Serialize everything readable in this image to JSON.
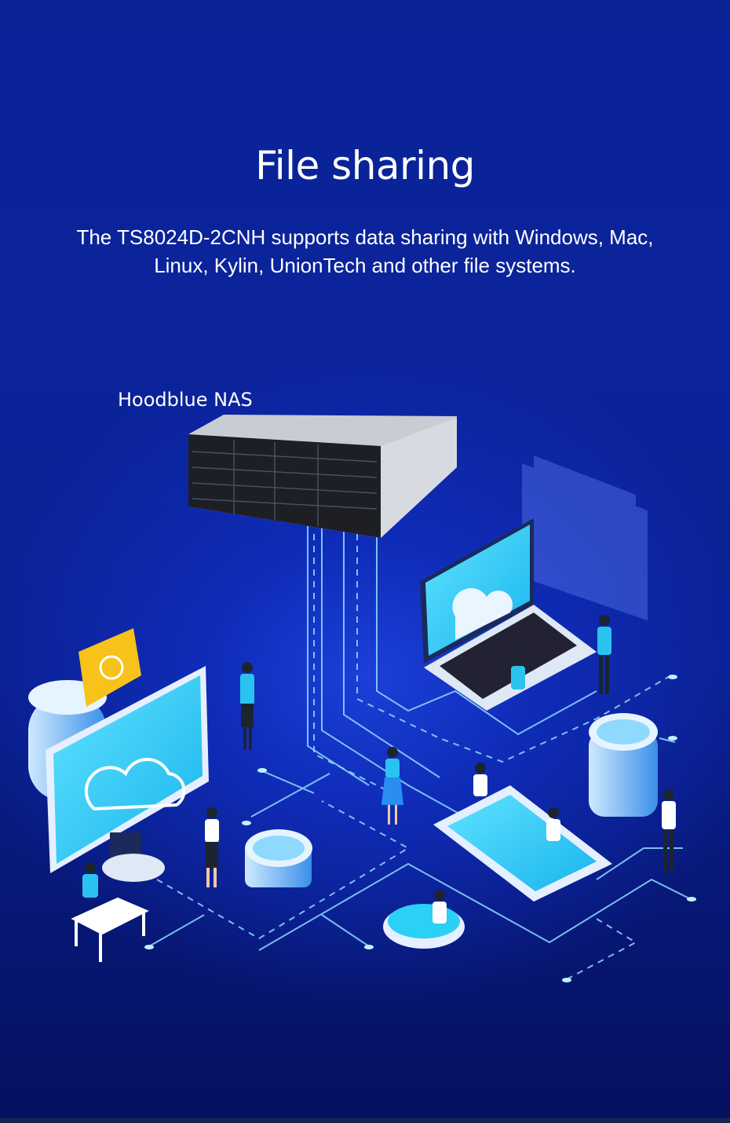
{
  "header": {
    "title": "File sharing",
    "description": "The TS8024D-2CNH supports data sharing with Windows, Mac, Linux, Kylin, UnionTech and other file systems."
  },
  "illustration": {
    "nas_label": "Hoodblue NAS"
  },
  "colors": {
    "background": "#0a2296",
    "accent": "#2ad0f5",
    "line": "#7fd8ff"
  }
}
